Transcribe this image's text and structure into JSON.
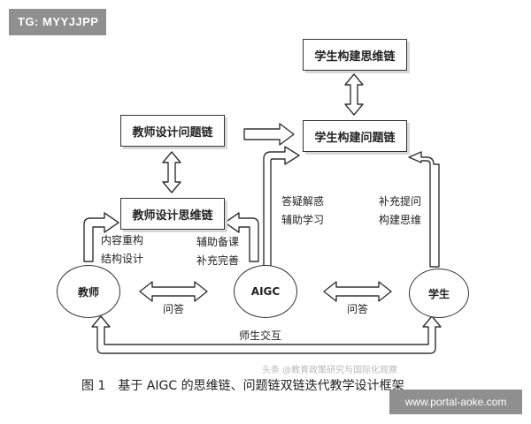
{
  "tag": "TG: MYYJJPP",
  "site": "www.portal-aoke.com",
  "watermark": "头条 @教育政策研究与国际化观察",
  "caption": "图 1　基于 AIGC 的思维链、问题链双链迭代教学设计框架",
  "nodes": {
    "student_thinking": "学生构建思维链",
    "student_question": "学生构建问题链",
    "teacher_question": "教师设计问题链",
    "teacher_thinking": "教师设计思维链",
    "teacher": "教师",
    "aigc": "AIGC",
    "student": "学生"
  },
  "labels": {
    "content_1": "内容重构",
    "content_2": "结构设计",
    "assist_1": "辅助备课",
    "assist_2": "补充完善",
    "answer_1": "答疑解惑",
    "answer_2": "辅助学习",
    "supplement_1": "补充提问",
    "supplement_2": "构建思维",
    "qa_left": "问答",
    "qa_right": "问答",
    "interaction": "师生交互"
  }
}
